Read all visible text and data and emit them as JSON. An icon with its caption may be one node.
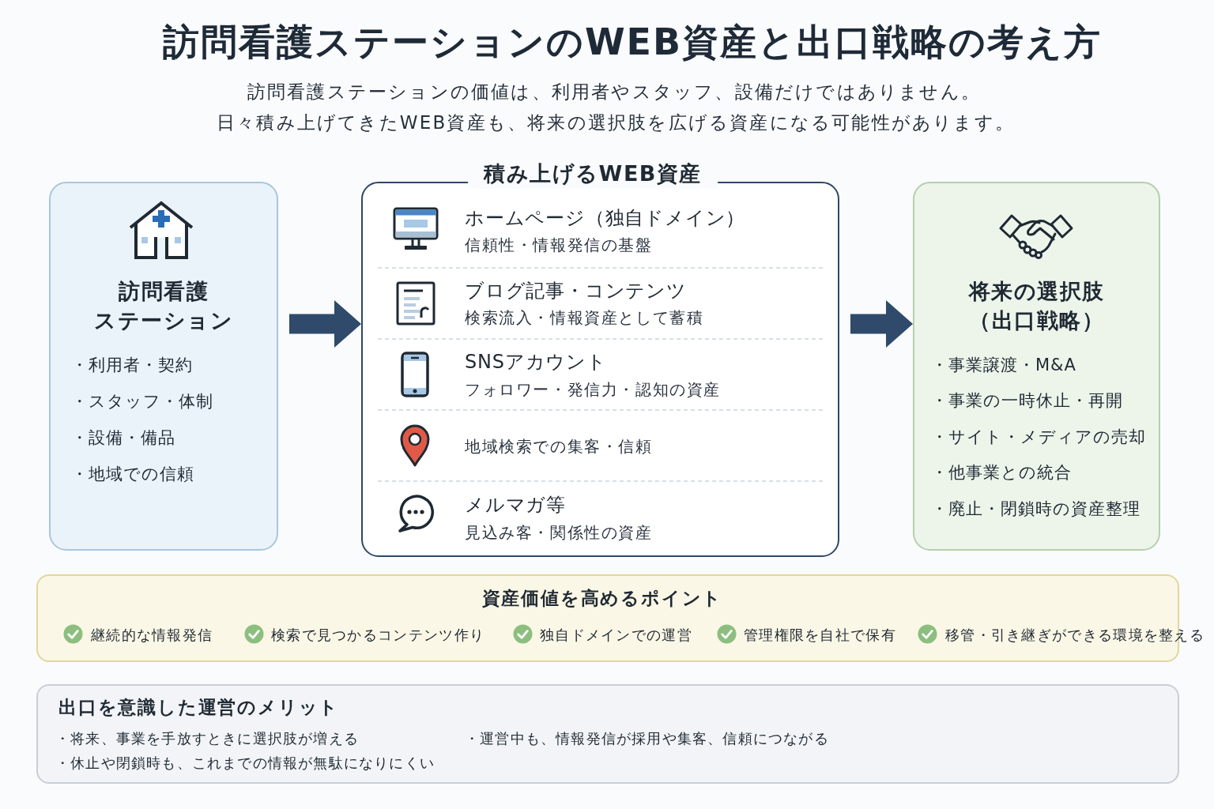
{
  "diagram": {
    "title": "訪問看護ステーションのWEB資産と出口戦略の考え方",
    "nodes": [
      {
        "text": [
          "訪問看護ステーション",
          "・利用者・契約",
          "・スタッフ・体制",
          "・設備・備品",
          "・地域での信頼"
        ]
      },
      {
        "text": [
          "積み上げるWEB資産",
          "ホームページ（独自ドメイン）",
          "信頼性・情報発信の基盤",
          "ブログ記事・コンテンツ",
          "検索流入・情報資産として蓄積",
          "SNSアカウント",
          "フォロワー・発信力・認知の資産",
          "地域検索での集客・信頼",
          "メルマガ等",
          "見込み客・関係性の資産"
        ]
      },
      {
        "text": [
          "将来の選択肢（出口戦略）",
          "・事業譲渡・M&A",
          "・事業の一時休止・再開",
          "・サイト・メディアの売却",
          "・他事業との統合",
          "・廃止・閉鎖時の資産整理"
        ]
      },
      {
        "text": [
          "資産価値を高めるポイント",
          "継続的な情報発信",
          "検索で見つかるコンテンツ作り",
          "独自ドメインでの運営",
          "管理権限を自社で保有",
          "移管・引き継ぎができる環境を整える"
        ]
      },
      {
        "text": [
          "出口を意識した運営のメリット",
          "・将来、事業を手放すときに選択肢が増える",
          "・運営中も、情報発信が採用や集客、信頼につながる",
          "・休止や閉鎖時も、これまでの情報が無駄になりにくい"
        ]
      }
    ],
    "edges": [
      {
        "from": 0,
        "to": 1,
        "arrow": "to"
      },
      {
        "from": 1,
        "to": 2,
        "arrow": "to"
      }
    ],
    "labels": [
      "訪問看護ステーションの価値は、利用者やスタッフ、設備だけではありません。",
      "日々積み上げてきたWEB資産も、将来の選択肢を広げる資産になる可能性があります。"
    ]
  }
}
